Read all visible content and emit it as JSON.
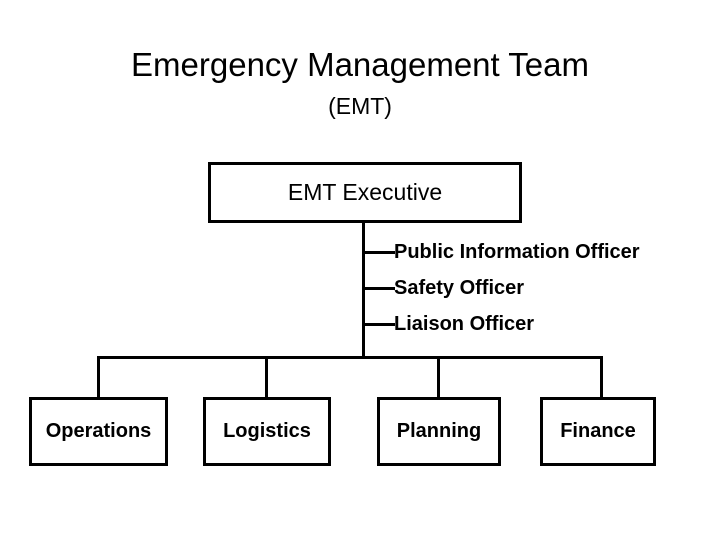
{
  "chart_data": {
    "type": "diagram",
    "diagram_kind": "organizational-chart",
    "title": "Emergency Management Team",
    "subtitle": "(EMT)",
    "root": "EMT Executive",
    "staff_positions": [
      "Public Information Officer",
      "Safety Officer",
      "Liaison Officer"
    ],
    "sections": [
      "Operations",
      "Logistics",
      "Planning",
      "Finance"
    ],
    "colors": {
      "line": "#000000",
      "box_fill": "#ffffff",
      "text": "#000000",
      "background": "#ffffff"
    }
  },
  "header": {
    "title": "Emergency Management Team",
    "subtitle": "(EMT)"
  },
  "executive": {
    "label": "EMT Executive"
  },
  "staff": [
    {
      "label": "Public Information Officer"
    },
    {
      "label": "Safety Officer"
    },
    {
      "label": "Liaison Officer"
    }
  ],
  "sections": [
    {
      "label": "Operations"
    },
    {
      "label": "Logistics"
    },
    {
      "label": "Planning"
    },
    {
      "label": "Finance"
    }
  ]
}
